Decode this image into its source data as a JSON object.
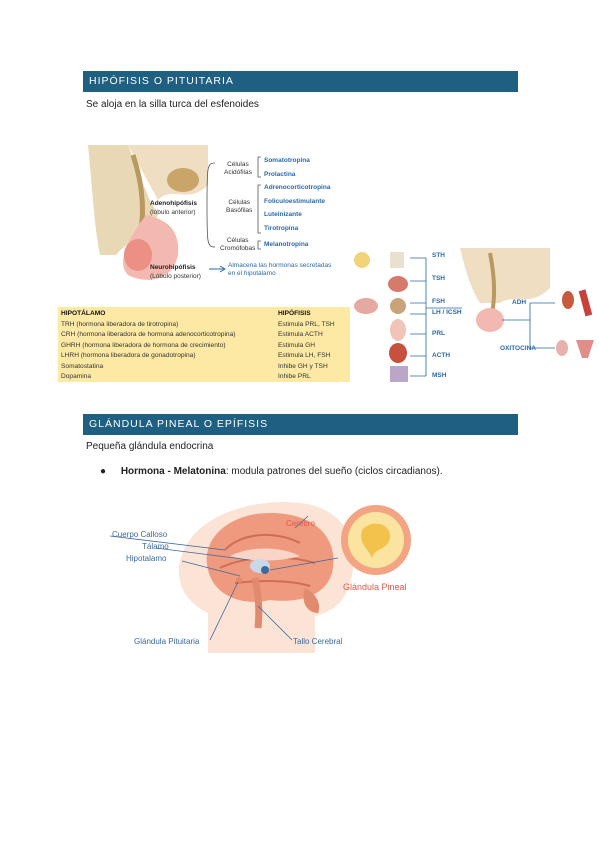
{
  "section1": {
    "title": "HIPÓFISIS O PITUITARIA",
    "subtitle": "Se aloja en la silla turca del esfenoides",
    "diagram": {
      "acidofilas": "Células\nAcidófilas",
      "basofilas": "Células\nBasófilas",
      "cromofobas": "Células\nCromófobas",
      "adeno": "Adenohipófisis",
      "adeno_sub": "(lóbulo anterior)",
      "neuro": "Neurohipófisis",
      "neuro_sub": "(Lóbulo posterior)",
      "neuro_note": "Almacena las hormonas secretadas en el hipotálamo",
      "hormones": [
        "Somatotropina",
        "Prolactina",
        "Adrenocorticotropina",
        "Foliculoestimulante",
        "Luteinizante",
        "Tirotropina",
        "Melanotropina"
      ]
    },
    "table": {
      "col1_header": "HIPOTÁLAMO",
      "col2_header": "HIPÓFISIS",
      "col1": [
        "TRH (hormona liberadora de tirotropina)",
        "CRH (hormona liberadora de hormona adenocorticotropina)",
        "GHRH (hormona liberadora de hormona de crecimiento)",
        "LHRH (hormona liberadora de gonadotropina)",
        "Somatostatina",
        "Dopamina"
      ],
      "col2": [
        "Estimula PRL, TSH",
        "Estimula ACTH",
        "Estimula GH",
        "Estimula LH, FSH",
        "Inhibe GH y TSH",
        "Inhibe PRL"
      ]
    },
    "targets": {
      "left": [
        "STH",
        "TSH",
        "FSH",
        "LH / ICSH",
        "PRL",
        "ACTH",
        "MSH"
      ],
      "right": [
        "ADH",
        "OXITOCINA"
      ]
    }
  },
  "section2": {
    "title": "GLÁNDULA PINEAL O EPÍFISIS",
    "subtitle": "Pequeña glándula endocrina",
    "bullet_bold": "Hormona - Melatonina",
    "bullet_rest": ": modula patrones del sueño (ciclos circadianos).",
    "brain": {
      "cuerpo": "Cuerpo Calloso",
      "talamo": "Tálamo",
      "hipotalamo": "Hipotalamo",
      "cerebro": "Cerebro",
      "pituitaria": "Glándula Pituitaria",
      "tallo": "Tallo Cerebral",
      "pineal": "Glándula Pineal"
    }
  },
  "colors": {
    "banner": "#1e5f82",
    "table_bg": "#fde9a3",
    "brain_light": "#fbe3d6",
    "brain_dark": "#e8866b"
  }
}
